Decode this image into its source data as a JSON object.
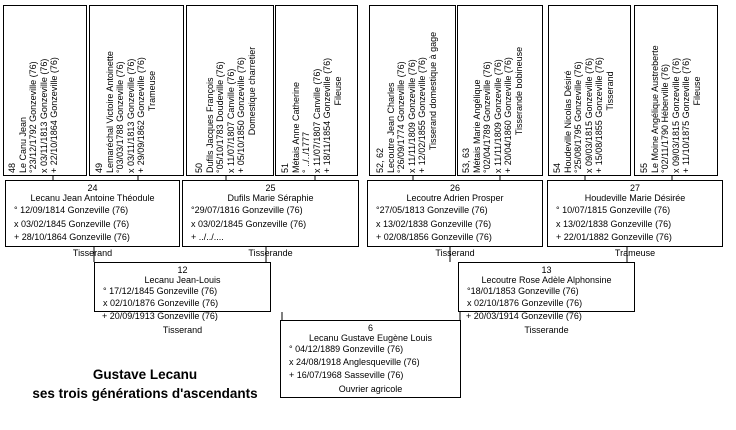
{
  "title": {
    "line1": "Gustave Lecanu",
    "line2": "ses trois générations d'ascendants"
  },
  "great_grandparents": [
    {
      "num": "48",
      "name": "Le Canu Jean",
      "birth": "°23/12/1792 Gonzeville (76)",
      "marriage": "x 03/11/1813 Gonzeville (76)",
      "death": "+ 22/10/1864 Gonzeville (76)",
      "profession": ""
    },
    {
      "num": "49",
      "name": "Lemaréchal Victoire Antoinette",
      "birth": "°03/03/1788 Gonzeville (76)",
      "marriage": "x 03/11/1813 Gonzeville (76)",
      "death": "+ 29/09/1862 Gonzeville (76)",
      "profession": "Trameuse"
    },
    {
      "num": "50",
      "name": "Dufils Jacques François",
      "birth": "°05/10/1783 Doudeville (76)",
      "marriage": "x 11/07/1807 Canville (76)",
      "death": "+ 05/10/1850 Gonzeville (76)",
      "profession": "Domestique charretier"
    },
    {
      "num": "51",
      "name": "Métais Anne Catherine",
      "birth": "° ../../1777",
      "marriage": "x 11/07/1807 Canville (76)",
      "death": "+ 18/11/1854 Gonzeville (76)",
      "profession": "Fileuse"
    },
    {
      "num": "52, 62",
      "name": "Lecoutre Jean Charles",
      "birth": "°26/09/1774 Gonzeville (76)",
      "marriage": "x 11/11/1809 Gonzeville (76)",
      "death": "+ 12/02/1855 Gonzeville (76)",
      "profession": "Tisserand domestique à gage"
    },
    {
      "num": "53, 63",
      "name": "Métais Marie Angélique",
      "birth": "°02/04/1789 Gonzeville (76)",
      "marriage": "x 11/11/1809 Gonzeville (76)",
      "death": "+ 20/04/1860 Gonzeville (76)",
      "profession": "Tisserande bobineuse"
    },
    {
      "num": "54",
      "name": "Houdeville Nicolas Désiré",
      "birth": "°25/08/1795 Gonzeville (76)",
      "marriage": "x 09/03/1815 Gonzeville (76)",
      "death": "+ 15/08/1855 Gonzeville (76)",
      "profession": "Tisserand"
    },
    {
      "num": "55",
      "name": "Le Moine Angélique Austreberte",
      "birth": "°02/11/1790 Héberville (76)",
      "marriage": "x 09/03/1815 Gonzeville (76)",
      "death": "+ 11/10/1875 Gonzeville (76)",
      "profession": "Fileuse"
    }
  ],
  "great_grandparent_numbers": {
    "g48": "48",
    "g49": "49",
    "g50": "50",
    "g51": "51",
    "g52": "52, 62",
    "g53": "53, 63",
    "g54": "54",
    "g55": "55"
  },
  "grandparents": [
    {
      "num": "24",
      "name": "Lecanu Jean Antoine Théodule",
      "birth": "° 12/09/1814 Gonzeville (76)",
      "marriage": "x 03/02/1845 Gonzeville (76)",
      "death": "+ 28/10/1864 Gonzeville (76)",
      "profession": "Tisserand"
    },
    {
      "num": "25",
      "name": "Dufils Marie Séraphie",
      "birth": "°29/07/1816 Gonzeville (76)",
      "marriage": "x 03/02/1845 Gonzeville (76)",
      "death": "+ ../../....",
      "profession": "Tisserande"
    },
    {
      "num": "26",
      "name": "Lecoutre Adrien Prosper",
      "birth": "°27/05/1813 Gonzeville (76)",
      "marriage": "x 13/02/1838 Gonzeville (76)",
      "death": "+ 02/08/1856 Gonzeville (76)",
      "profession": "Tisserand"
    },
    {
      "num": "27",
      "name": "Houdeville Marie Désirée",
      "birth": "° 10/07/1815 Gonzeville (76)",
      "marriage": "x 13/02/1838 Gonzeville (76)",
      "death": "+ 22/01/1882 Gonzeville (76)",
      "profession": "Trameuse"
    }
  ],
  "parents": [
    {
      "num": "12",
      "name": "Lecanu Jean-Louis",
      "birth": "° 17/12/1845 Gonzeville (76)",
      "marriage": "x 02/10/1876 Gonzeville (76)",
      "death": "+ 20/09/1913 Gonzeville (76)",
      "profession": "Tisserand"
    },
    {
      "num": "13",
      "name": "Lecoutre Rose Adèle Alphonsine",
      "birth": "°18/01/1853 Gonzeville (76)",
      "marriage": "x 02/10/1876 Gonzeville (76)",
      "death": "+ 20/03/1914 Gonzeville (76)",
      "profession": "Tisserande"
    }
  ],
  "subject": {
    "num": "6",
    "name": "Lecanu Gustave Eugène Louis",
    "birth": "° 04/12/1889 Gonzeville (76)",
    "marriage": "x 24/08/1918 Anglesqueville (76)",
    "death": "+ 16/07/1968 Sasseville (76)",
    "profession": "Ouvrier agricole"
  }
}
